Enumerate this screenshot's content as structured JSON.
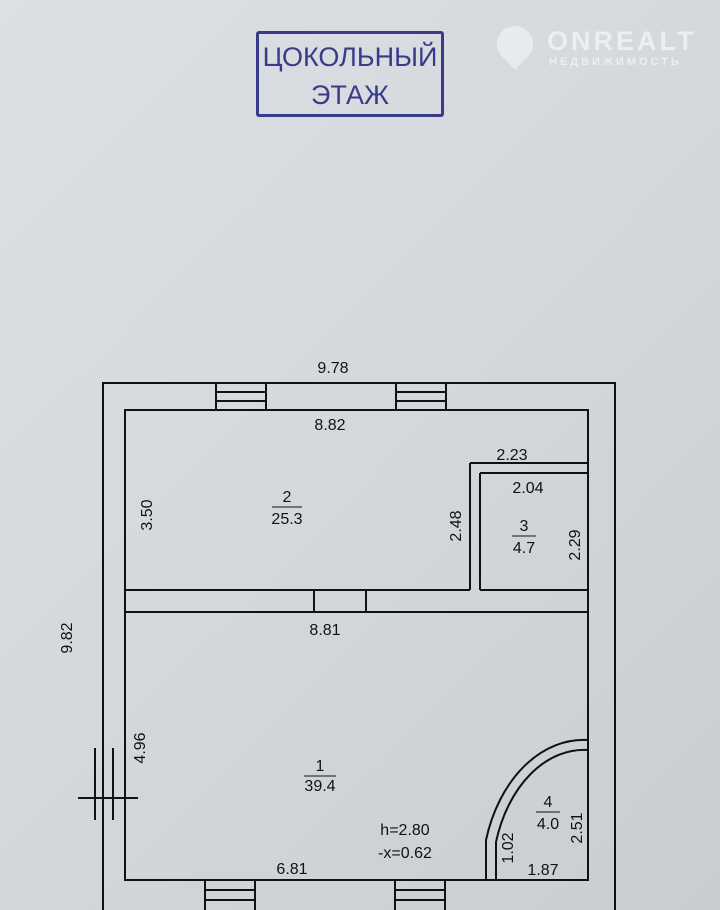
{
  "stamp": {
    "line1": "ЦОКОЛЬНЫЙ",
    "line2": "ЭТАЖ"
  },
  "watermark": {
    "name": "ONREALT",
    "subtitle": "НЕДВИЖИМОСТЬ"
  },
  "plan": {
    "outer_width": "9.78",
    "outer_height": "9.82",
    "room2": {
      "number": "2",
      "area": "25.3",
      "width": "8.82",
      "height": "3.50"
    },
    "room3": {
      "number": "3",
      "area": "4.7",
      "outer_width": "2.23",
      "width": "2.04",
      "height": "2.29",
      "wall_height": "2.48"
    },
    "room1": {
      "number": "1",
      "area": "39.4",
      "width": "8.81",
      "height": "4.96",
      "bottom_width": "6.81"
    },
    "room4": {
      "number": "4",
      "area": "4.0",
      "height": "2.51",
      "width": "1.87",
      "side": "1.02"
    },
    "ceiling_height": "h=2.80",
    "level": "-x=0.62"
  }
}
